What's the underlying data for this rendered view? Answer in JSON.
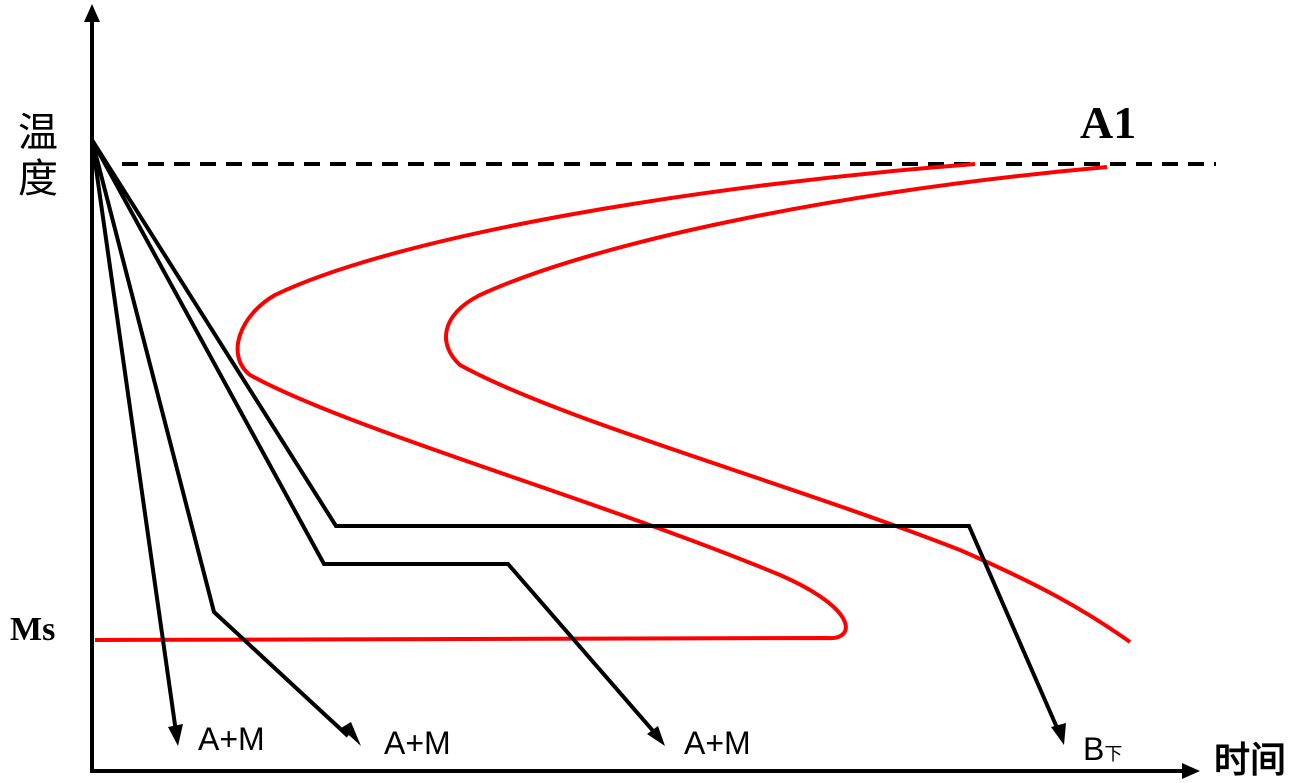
{
  "labels": {
    "y_axis": "温度",
    "x_axis": "时间",
    "a1": "A1",
    "ms": "Ms",
    "product_1": "A+M",
    "product_2": "A+M",
    "product_3": "A+M",
    "product_4_main": "B",
    "product_4_sub": "下"
  },
  "colors": {
    "axis": "#000000",
    "curves": "#ff0000",
    "cooling": "#000000"
  }
}
